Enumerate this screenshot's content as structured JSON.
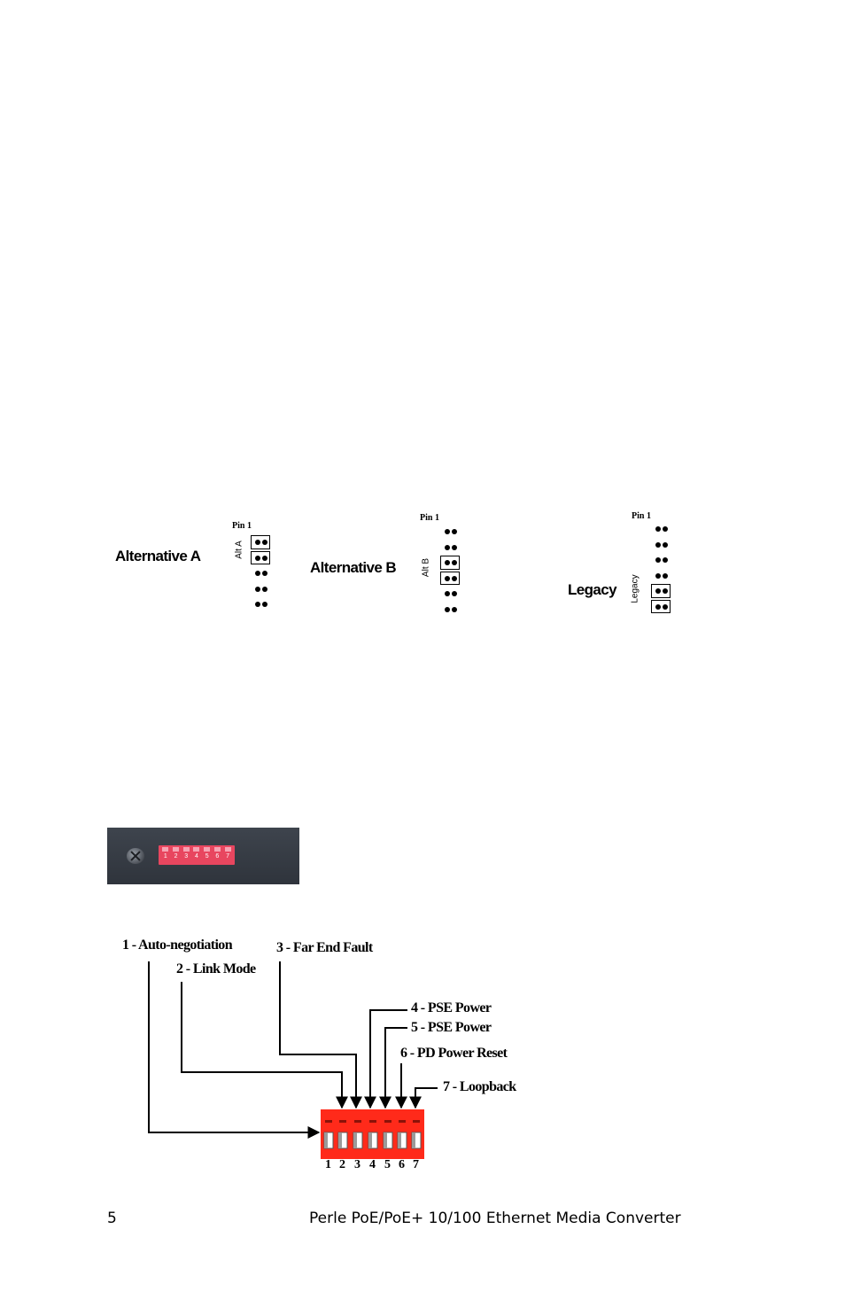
{
  "jumper_settings": [
    {
      "label": "Alternative A",
      "pin_label": "Pin 1",
      "jumper_label": "Alt A"
    },
    {
      "label": "Alternative B",
      "pin_label": "Pin 1",
      "jumper_label": "Alt B"
    },
    {
      "label": "Legacy",
      "pin_label": "Pin 1",
      "jumper_label": "Legacy"
    }
  ],
  "dip_switch_photo": {
    "switch_numbers": [
      "1",
      "2",
      "3",
      "4",
      "5",
      "6",
      "7"
    ],
    "colors": {
      "switch": "#e8465f",
      "panel": "#353a42"
    }
  },
  "dip_switch_diagram": {
    "callouts": [
      "1 - Auto-negotiation",
      "2 - Link Mode",
      "3 - Far End Fault",
      "4 - PSE Power",
      "5 - PSE Power",
      "6 - PD Power Reset",
      "7 - Loopback"
    ],
    "switch_numbers": [
      "1",
      "2",
      "3",
      "4",
      "5",
      "6",
      "7"
    ],
    "colors": {
      "switch": "#ff2a1a"
    }
  },
  "footer": {
    "page_number": "5",
    "title": "Perle PoE/PoE+ 10/100 Ethernet Media Converter"
  }
}
